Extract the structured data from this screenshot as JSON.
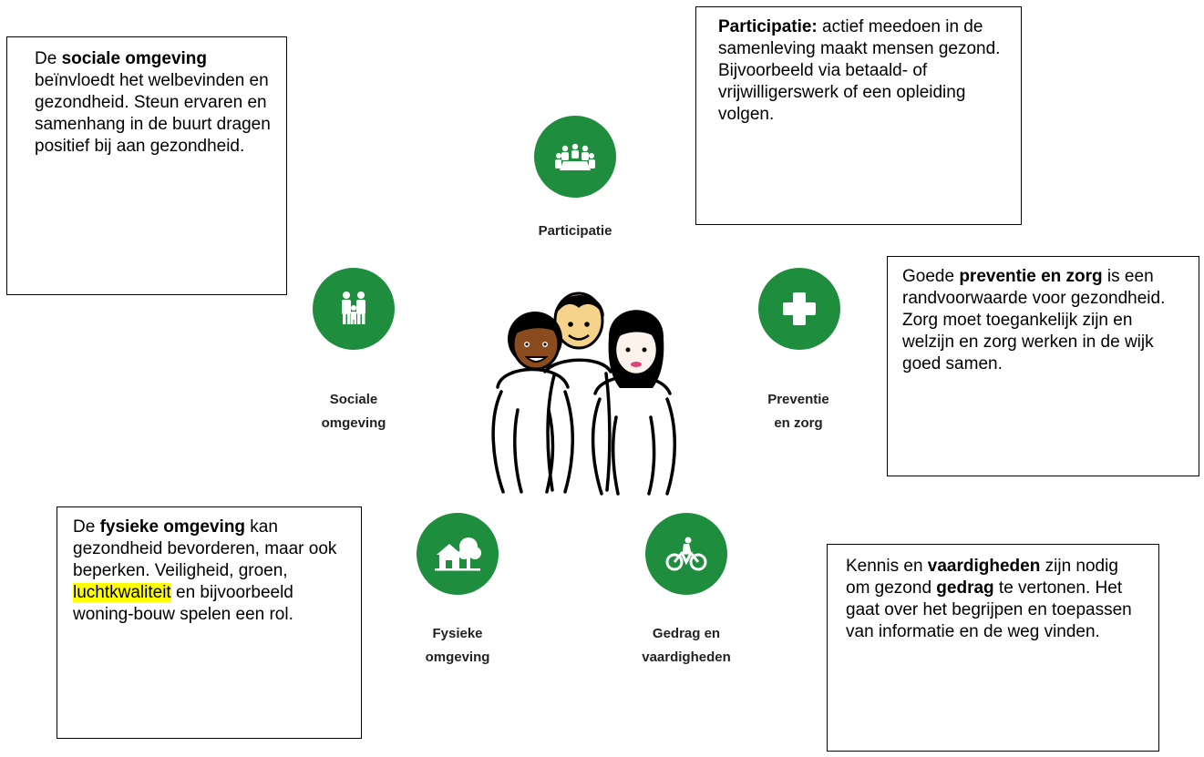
{
  "boxes": {
    "sociale": {
      "pre": "De ",
      "bold": "sociale omgeving",
      "post": " beïnvloedt het welbevinden en gezondheid. Steun ervaren en samenhang in de buurt dragen positief bij aan gezondheid."
    },
    "participatie": {
      "bold": "Participatie:",
      "post": " actief meedoen in de samenleving maakt mensen gezond. Bijvoorbeeld via betaald- of vrijwilligerswerk of een opleiding volgen."
    },
    "preventie": {
      "pre": "Goede ",
      "bold": "preventie en zorg",
      "post": " is een randvoorwaarde voor gezondheid. Zorg moet toegankelijk zijn en welzijn en zorg werken in de wijk goed samen."
    },
    "fysieke": {
      "pre": "De ",
      "bold": "fysieke omgeving",
      "mid": " kan gezondheid bevorderen, maar ook beperken. Veiligheid, groen, ",
      "highlight": "luchtkwaliteit",
      "post": " en bijvoorbeeld woning-bouw spelen een rol."
    },
    "vaardigheden": {
      "pre": "Kennis en ",
      "bold1": "vaardigheden",
      "mid": " zijn nodig om gezond ",
      "bold2": "gedrag",
      "post": " te vertonen. Het gaat over het begrijpen en toepassen van informatie en de weg vinden."
    }
  },
  "labels": {
    "participatie": "Participatie",
    "sociale_1": "Sociale",
    "sociale_2": "omgeving",
    "preventie_1": "Preventie",
    "preventie_2": "en zorg",
    "fysieke_1": "Fysieke",
    "fysieke_2": "omgeving",
    "gedrag_1": "Gedrag en",
    "gedrag_2": "vaardigheden"
  },
  "icons": {
    "participatie": "meeting-table-icon",
    "sociale": "family-icon",
    "preventie": "medical-cross-icon",
    "fysieke": "house-tree-icon",
    "gedrag": "cyclist-icon",
    "center": "three-people-illustration"
  },
  "colors": {
    "circle_green": "#1e8e3e",
    "highlight": "#ffff00"
  }
}
